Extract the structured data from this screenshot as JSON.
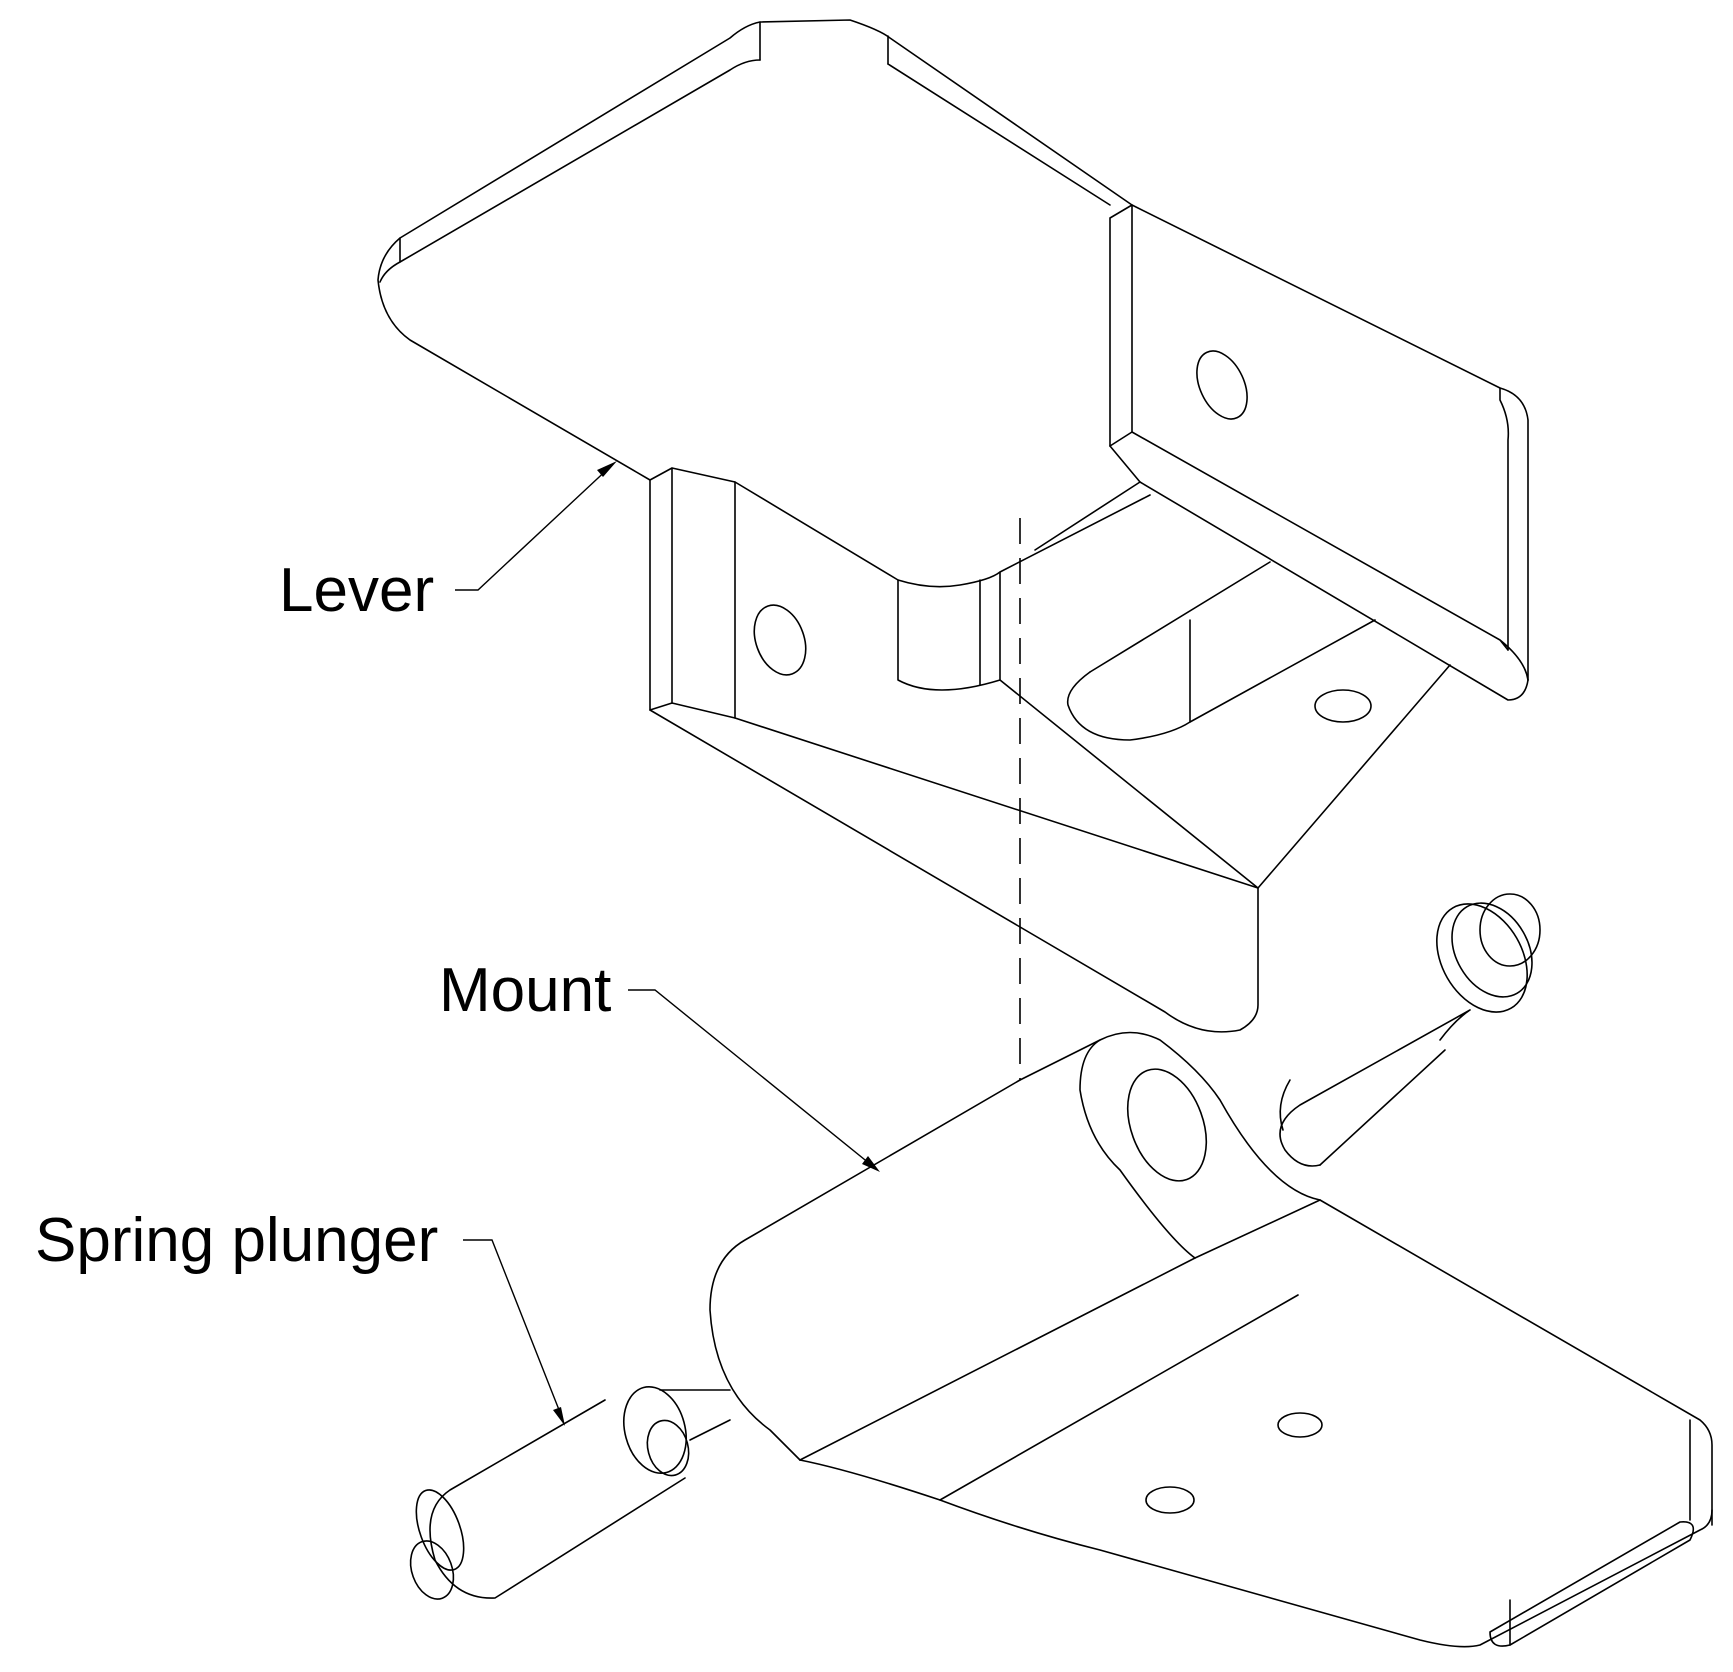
{
  "labels": {
    "lever": "Lever",
    "mount": "Mount",
    "spring_plunger": "Spring plunger"
  },
  "colors": {
    "line": "#000000",
    "background": "#ffffff"
  }
}
